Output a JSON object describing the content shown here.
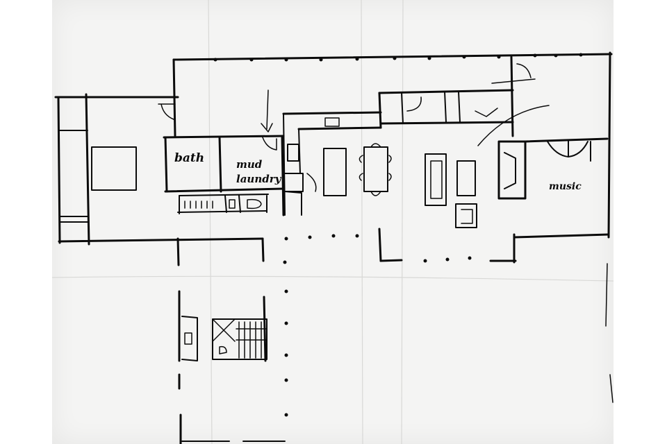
{
  "sketch": {
    "rooms": {
      "bath": "bath",
      "mud_laundry_line1": "mud",
      "mud_laundry_line2": "laundry",
      "music": "music"
    }
  }
}
